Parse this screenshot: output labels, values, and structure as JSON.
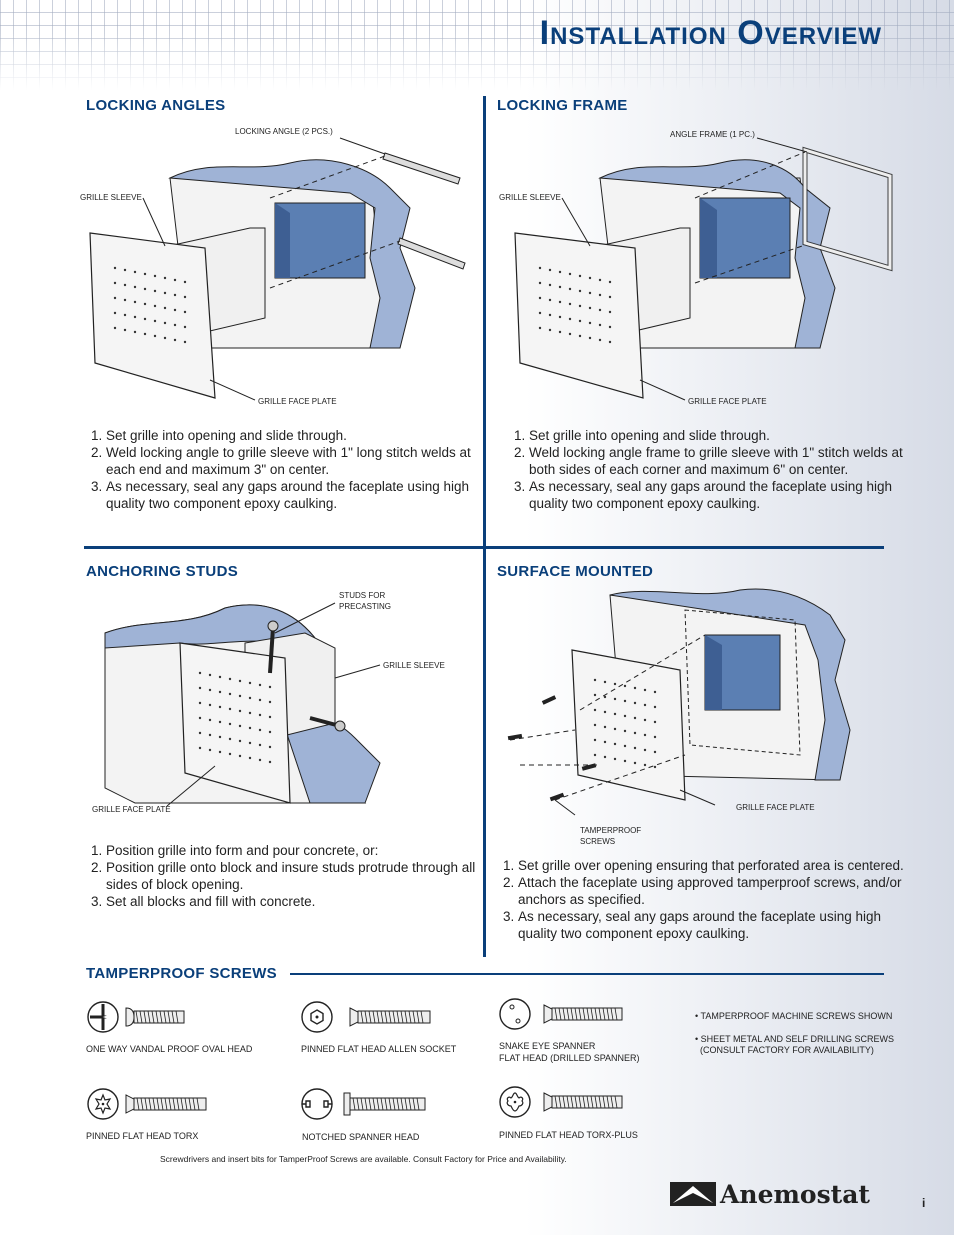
{
  "page": {
    "title": "Installation Overview",
    "page_number": "i"
  },
  "colors": {
    "accent": "#0a3f7a",
    "concrete": "#9fb3d6",
    "sleeve": "#f2f2f2"
  },
  "sections": {
    "locking_angles": {
      "title": "LOCKING ANGLES",
      "callouts": [
        "LOCKING ANGLE (2 PCS.)",
        "GRILLE SLEEVE",
        "GRILLE FACE PLATE"
      ],
      "steps": [
        "Set grille into opening and slide through.",
        "Weld locking angle to grille sleeve with 1\" long stitch welds at each end and maximum 3\" on center.",
        "As necessary, seal any gaps around the faceplate using high quality two component epoxy caulking."
      ]
    },
    "locking_frame": {
      "title": "LOCKING FRAME",
      "callouts": [
        "ANGLE FRAME (1 PC.)",
        "GRILLE SLEEVE",
        "GRILLE FACE PLATE"
      ],
      "steps": [
        "Set grille into opening and slide through.",
        "Weld locking angle frame to grille sleeve with 1\" stitch welds at both sides of each corner and maximum 6\" on center.",
        "As necessary, seal any gaps around the faceplate using high quality two component epoxy caulking."
      ]
    },
    "anchoring_studs": {
      "title": "ANCHORING STUDS",
      "callouts": [
        "STUDS FOR",
        "PRECASTING",
        "GRILLE SLEEVE",
        "GRILLE FACE PLATE"
      ],
      "steps": [
        "Position grille into form and pour concrete, or:",
        "Position grille onto block and insure studs protrude through all sides of block opening.",
        "Set all blocks and fill with concrete."
      ]
    },
    "surface_mounted": {
      "title": "SURFACE MOUNTED",
      "callouts": [
        "GRILLE FACE PLATE",
        "TAMPERPROOF",
        "SCREWS"
      ],
      "steps": [
        "Set grille over opening ensuring that perforated area is centered.",
        "Attach the faceplate using approved tamperproof screws, and/or anchors as specified.",
        "As necessary, seal any gaps around the faceplate using high quality two component epoxy caulking."
      ]
    }
  },
  "screws": {
    "title": "TAMPERPROOF SCREWS",
    "items": [
      {
        "label": "ONE WAY VANDAL PROOF OVAL HEAD",
        "icon": "one-way-head-icon"
      },
      {
        "label": "PINNED FLAT HEAD ALLEN SOCKET",
        "icon": "allen-socket-head-icon"
      },
      {
        "label": "SNAKE EYE SPANNER",
        "label2": "FLAT HEAD (DRILLED SPANNER)",
        "icon": "snake-eye-head-icon"
      },
      {
        "label": "PINNED FLAT HEAD TORX",
        "icon": "torx-head-icon"
      },
      {
        "label": "NOTCHED SPANNER HEAD",
        "icon": "notched-spanner-head-icon"
      },
      {
        "label": "PINNED FLAT HEAD TORX-PLUS",
        "icon": "torx-plus-head-icon"
      }
    ],
    "notes": [
      "• TAMPERPROOF MACHINE SCREWS SHOWN",
      "• SHEET METAL AND SELF DRILLING SCREWS",
      "(CONSULT FACTORY FOR AVAILABILITY)"
    ],
    "footnote": "Screwdrivers and insert bits for TamperProof Screws are available. Consult Factory for Price and Availability."
  },
  "brand": {
    "name": "Anemostat"
  }
}
